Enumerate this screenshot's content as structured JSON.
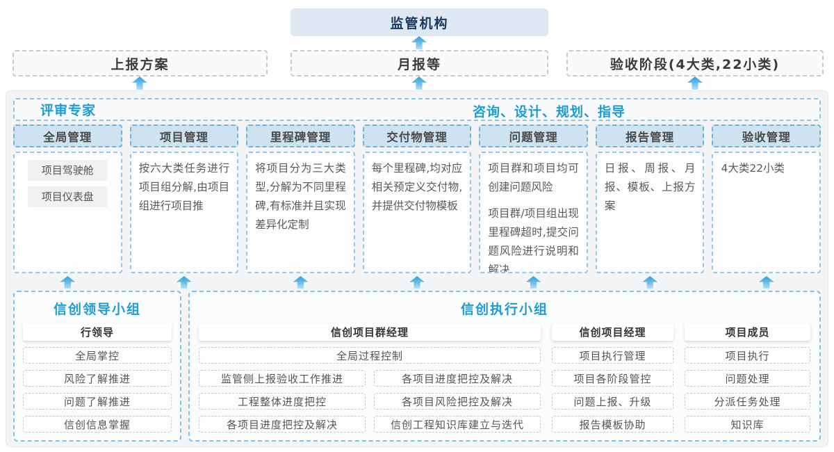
{
  "palette": {
    "accent_blue": "#1b9cd8",
    "regulator_fill": "#dde8f3",
    "regulator_text": "#17375e",
    "column_head_fill": "#cfe2f0",
    "dashed_blue_border": "#8cc3e6",
    "dashed_gray_border": "#c6c6c6",
    "container_fill": "#f2f4f6",
    "arrow_gradient_top": "#2e9fd9",
    "arrow_gradient_bottom": "#b9dff2"
  },
  "top": {
    "regulator": "监管机构",
    "reports": [
      "上报方案",
      "月报等",
      "验收阶段(4大类,22小类)"
    ]
  },
  "platform": {
    "expert_label": "评审专家",
    "advisory_label": "咨询、设计、规划、指导",
    "columns": [
      {
        "title": "全局管理",
        "items": [
          "项目驾驶舱",
          "项目仪表盘"
        ]
      },
      {
        "title": "项目管理",
        "text": "按六大类任务进行项目组分解,由项目组进行项目推"
      },
      {
        "title": "里程碑管理",
        "text": "将项目分为三大类型,分解为不同里程碑,有标准并且实现差异化定制"
      },
      {
        "title": "交付物管理",
        "text": "每个里程碑,均对应相关预定义交付物,并提供交付物模板"
      },
      {
        "title": "问题管理",
        "paragraphs": [
          "项目群和项目均可创建问题风险",
          "项目群/项目组出现里程碑超时,提交问题风险进行说明和解决"
        ]
      },
      {
        "title": "报告管理",
        "text": "日报、周报、月报、模板、上报方案"
      },
      {
        "title": "验收管理",
        "text": "4大类22小类"
      }
    ]
  },
  "bottom": {
    "leader_group": {
      "title": "信创领导小组",
      "role": "行领导",
      "items": [
        "全局掌控",
        "风险了解推进",
        "问题了解推进",
        "信创信息掌握"
      ]
    },
    "exec_group": {
      "title": "信创执行小组",
      "sections": [
        {
          "role": "信创项目群经理",
          "wide_item": "全局过程控制",
          "col_a": [
            "监管侧上报验收工作推进",
            "工程整体进度把控",
            "各项目进度把控及解决"
          ],
          "col_b": [
            "各项目进度把控及解决",
            "各项目风险把控及解决",
            "信创工程知识库建立与迭代"
          ]
        },
        {
          "role": "信创项目经理",
          "items": [
            "项目执行管理",
            "项目各阶段管控",
            "问题上报、升级",
            "报告模板协助"
          ]
        },
        {
          "role": "项目成员",
          "items": [
            "项目执行",
            "问题处理",
            "分派任务处理",
            "知识库"
          ]
        }
      ]
    }
  }
}
